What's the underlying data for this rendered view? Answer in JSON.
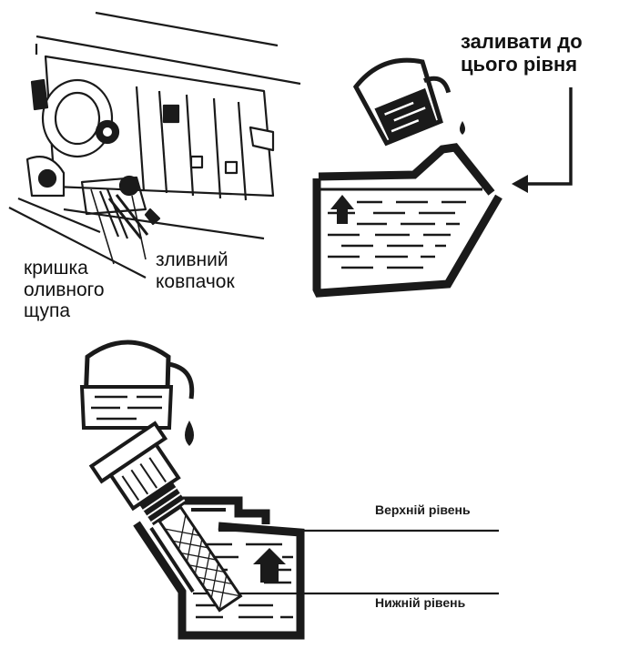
{
  "labels": {
    "fill_to_level": [
      "заливати до",
      "цього рівня"
    ],
    "dipstick_cap": [
      "кришка",
      "оливного",
      "щупа"
    ],
    "drain_cap": [
      "зливний",
      "ковпачок"
    ],
    "upper_level": "Верхній рівень",
    "lower_level": "Нижній рівень"
  },
  "colors": {
    "ink": "#1a1a1a",
    "background": "#ffffff"
  },
  "icons": [
    "oil-pouring-jug-icon",
    "oil-drop-icon",
    "level-up-arrow-icon"
  ]
}
